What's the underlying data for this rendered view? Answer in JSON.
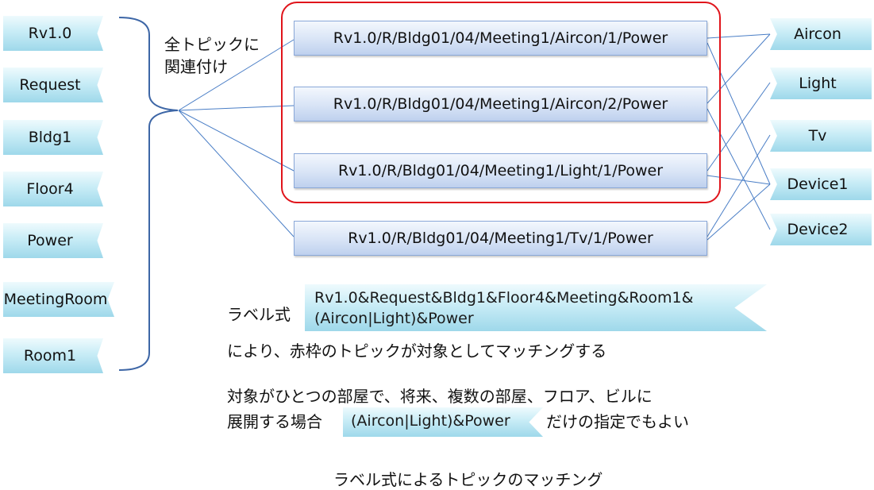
{
  "left_labels": [
    "Rv1.0",
    "Request",
    "Bldg1",
    "Floor4",
    "Power",
    "MeetingRoom",
    "Room1"
  ],
  "brace_note": [
    "全トピックに",
    "関連付け"
  ],
  "topics": [
    "Rv1.0/R/Bldg01/04/Meeting1/Aircon/1/Power",
    "Rv1.0/R/Bldg01/04/Meeting1/Aircon/2/Power",
    "Rv1.0/R/Bldg01/04/Meeting1/Light/1/Power",
    "Rv1.0/R/Bldg01/04/Meeting1/Tv/1/Power"
  ],
  "right_labels": [
    "Aircon",
    "Light",
    "Tv",
    "Device1",
    "Device2"
  ],
  "expression": {
    "prefix": "ラベル式",
    "line1": "Rv1.0&Request&Bldg1&Floor4&Meeting&Room1&",
    "line2": "(Aircon|Light)&Power",
    "suffix": "により、赤枠のトピックが対象としてマッチングする"
  },
  "note": {
    "line1": "対象がひとつの部屋で、将来、複数の部屋、フロア、ビルに",
    "line2_prefix": "展開する場合",
    "short_expression": "(Aircon|Light)&Power",
    "line2_suffix": "だけの指定でもよい"
  },
  "caption": "ラベル式によるトピックのマッチング",
  "colors": {
    "frame": "#e0141b",
    "connector": "#4a7ec6",
    "label_fill": "#c8ecf6",
    "topic_fill": "#d8e4f6",
    "brace": "#3d66a6"
  }
}
